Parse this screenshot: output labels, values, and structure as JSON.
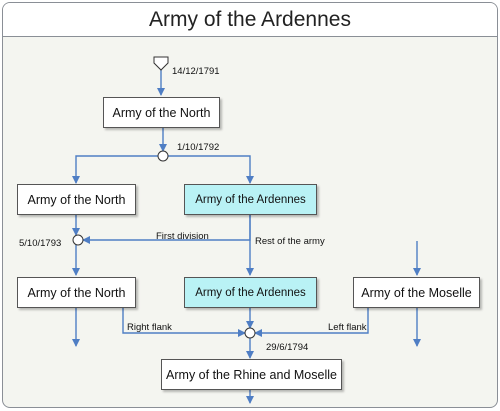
{
  "title": "Army of the Ardennes",
  "colors": {
    "connector": "#4f7ec4",
    "highlight_node": "#b9f2f5",
    "plain_node": "#ffffff",
    "background": "#f4f5f0"
  },
  "nodes": {
    "north_top": "Army of the North",
    "north_mid": "Army of the North",
    "ardennes_mid": "Army of the Ardennes",
    "north_bottom": "Army of the North",
    "ardennes_bottom": "Army of the Ardennes",
    "moselle": "Army of the Moselle",
    "rhine_moselle": "Army of the Rhine and Moselle"
  },
  "dates": {
    "start": "14/12/1791",
    "split": "1/10/1792",
    "merge_north": "5/10/1793",
    "merge_rhine": "29/6/1794"
  },
  "edge_labels": {
    "first_division": "First division",
    "rest_of_army": "Rest of the army",
    "right_flank": "Right flank",
    "left_flank": "Left flank"
  }
}
